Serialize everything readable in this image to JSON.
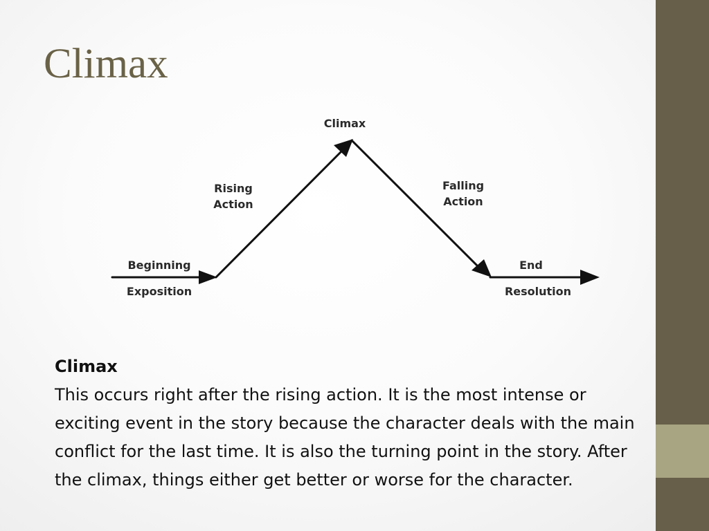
{
  "slide": {
    "title": "Climax"
  },
  "diagram": {
    "labels": {
      "climax": "Climax",
      "rising_line1": "Rising",
      "rising_line2": "Action",
      "falling_line1": "Falling",
      "falling_line2": "Action",
      "beginning": "Beginning",
      "exposition": "Exposition",
      "end": "End",
      "resolution": "Resolution"
    }
  },
  "body": {
    "heading": "Climax",
    "paragraph": "This occurs right after the rising action. It is the most intense or exciting event in the story because the character deals with the main conflict for the last time. It is also the turning point in the story. After the climax, things either get better or worse for the character."
  },
  "colors": {
    "sidebar": "#675f49",
    "sidebar_accent": "#a8a582",
    "title": "#6a6247",
    "diagram_line": "#111111"
  }
}
